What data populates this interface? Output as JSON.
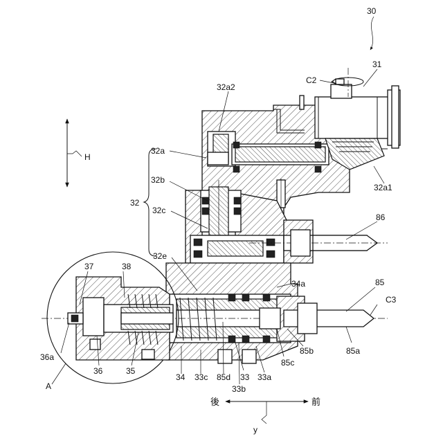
{
  "labels": {
    "n30": "30",
    "n31": "31",
    "c2": "C2",
    "n32a2": "32a2",
    "h": "H",
    "n32a": "32a",
    "n32b": "32b",
    "n32": "32",
    "n32c": "32c",
    "n32e": "32e",
    "n32a1": "32a1",
    "n86": "86",
    "n85": "85",
    "c3": "C3",
    "n34a": "34a",
    "n37": "37",
    "n38": "38",
    "n36a": "36a",
    "n36": "36",
    "n35": "35",
    "n34": "34",
    "n33c": "33c",
    "n85d": "85d",
    "n33": "33",
    "n33a": "33a",
    "n33b": "33b",
    "n85c": "85c",
    "n85b": "85b",
    "n85a": "85a",
    "a": "A",
    "rear": "後",
    "front": "前",
    "y": "y"
  }
}
